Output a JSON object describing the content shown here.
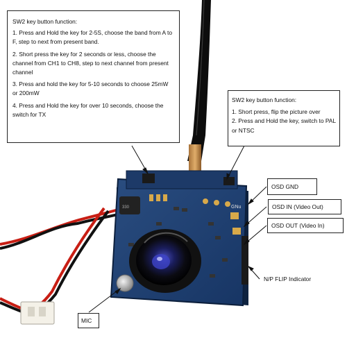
{
  "sw2_main": {
    "title": "SW2 key button function:",
    "items": [
      "1. Press and Hold the key for 2-5S, choose the band from A to F, step to next from present band.",
      "2. Short press the key for 2 seconds or less, choose the channel from CH1 to CH8, step to next channel from present channel",
      "3. Press and hold the key for 5-10 seconds to choose 25mW or 200mW",
      "4. Press and Hold the key for over 10 seconds, choose the switch for TX"
    ]
  },
  "sw2_flip": {
    "title": "SW2 key button function:",
    "items": [
      "1. Short press, flip the picture over",
      "2. Press and Hold the key, switch to PAL or NTSC"
    ]
  },
  "labels": {
    "osd_gnd": "OSD GND",
    "osd_in": "OSD IN (Video Out)",
    "osd_out": "OSD OUT (Video In)",
    "np_flip": "N/P   FLIP Indicator",
    "mic": "MIC"
  },
  "board_silkscreen": "GNu",
  "colors": {
    "pcb": "#1e3f6e",
    "antenna": "#0d0d0d",
    "wire_red": "#c81e14",
    "wire_black": "#111111"
  }
}
